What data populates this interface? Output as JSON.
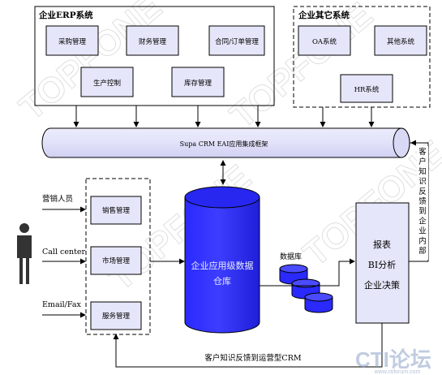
{
  "erp": {
    "title": "企业ERP系统",
    "modules": [
      "采购管理",
      "财务管理",
      "合同/订单管理",
      "生产控制",
      "库存管理"
    ]
  },
  "other": {
    "title": "企业其它系统",
    "modules": [
      "OA系统",
      "其他系统",
      "HR系统"
    ]
  },
  "eai": {
    "label": "Supa CRM EAI应用集成框架"
  },
  "feedback_right": {
    "text": "客户知识反馈到企业内部"
  },
  "channels": [
    "营销人员",
    "Call center",
    "Email/Fax"
  ],
  "crm_modules": [
    "销售管理",
    "市场管理",
    "服务管理"
  ],
  "warehouse": {
    "line1": "企业应用级数据",
    "line2": "仓库"
  },
  "database": {
    "label": "数据库"
  },
  "bi": {
    "line1": "报表",
    "line2": "BI分析",
    "line3": "企业决策"
  },
  "feedback_bottom": {
    "text": "客户知识反馈到运营型CRM"
  },
  "watermark": {
    "cti_logo": "CTI论坛",
    "url": "www.ctiforum.com"
  }
}
